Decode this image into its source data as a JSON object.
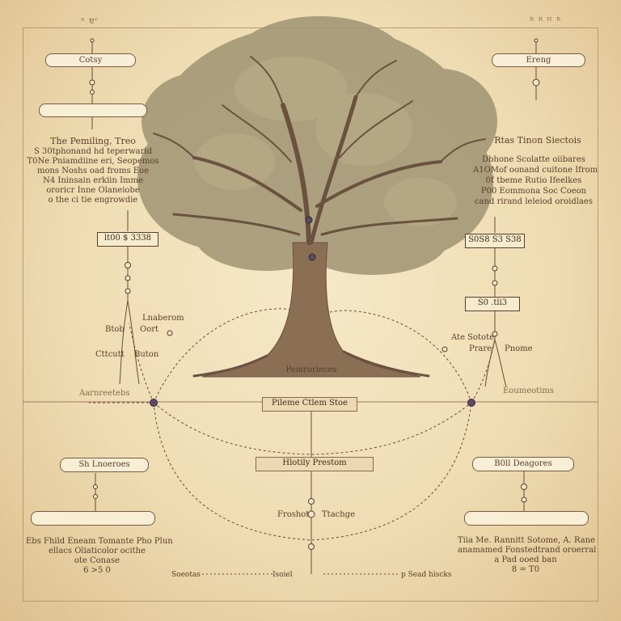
{
  "header": {
    "left_mark": "ᵃ ɐᶜ",
    "right_mark": "ᴿ ᴿ ᴴ ᴿ"
  },
  "top_left": {
    "pill_top": "Cotsy",
    "pill_bottom": ""
  },
  "top_right": {
    "pill_top": "Ereng"
  },
  "left_block": {
    "title": "The Pemiling, Treo",
    "lines": [
      "S 30tphonand hd teperwarld",
      "T0Ne Pniamdiine eri, Seopemos",
      "mons Noshs oad froms Eoe",
      "N4 Ininsain erkiin Imme",
      "ororicr Inne Olaneiobe",
      "o the ci tie engrowdie"
    ]
  },
  "right_block": {
    "title": "Rtas Tinon Siectois",
    "lines": [
      "Dbhone Scolatte oiibares",
      "A1OMof oonand cuitone Ifrom",
      "0ť tbeme Rutio Ifeelkes",
      "P00 Eommona Soc Coeon",
      "cand rirand leleiod oroidlaes"
    ]
  },
  "left_mid": {
    "box1": "lt00 $ 3338",
    "label_top": "Lnaberom",
    "label_a": "Btob",
    "label_b": "Oort",
    "label_c": "Cttcutt",
    "label_d": "Buton",
    "section": "Aarnreetebs"
  },
  "right_mid": {
    "box1": "S0S8 S3 S38",
    "box2": "S0 .tli3",
    "label_a": "Ate Sotote",
    "label_b": "Prare",
    "label_c": "Pnome",
    "section": "Eoumeotims"
  },
  "center": {
    "trunk_label": "Pemrorieces",
    "box_top": "Pileme Ctlem Stoe",
    "box_mid": "Hlotily Prestom",
    "label_left": "Froshot",
    "label_right": "Ttachge"
  },
  "bottom_left": {
    "pill": "Sh Lnoeroes",
    "pill2": "",
    "lines": [
      "Ebs Fhild Eneam Tomante Pho Plun",
      "ellacs Oliaticolor ocithe",
      "ote Conase",
      "6 >5 0"
    ]
  },
  "bottom_right": {
    "pill": "B0ll  Deagores",
    "pill2": "",
    "lines": [
      "Tiia Me. Rannitt Sotome, A. Rane",
      "anamamed Fonstedtrand oroerral",
      "a Pad ooed ban",
      "8 = T0"
    ]
  },
  "footer": {
    "left": "Soeotas",
    "mid": "Isoiel",
    "right": "p Sead hiscks"
  },
  "colors": {
    "paper": "#efdcb2",
    "ink": "#5a3d2a",
    "foliage": "#9a8d6a",
    "trunk": "#8a6f55",
    "node": "#5a4a6e"
  }
}
